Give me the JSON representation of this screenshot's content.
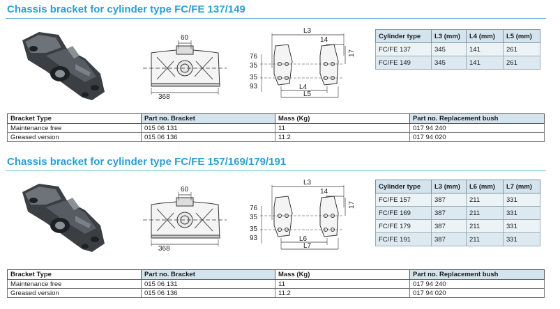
{
  "sections": [
    {
      "title": "Chassis bracket for cylinder type FC/FE 137/149",
      "drawing": {
        "width_dim": "60",
        "length_dim": "368",
        "l3_label": "L3",
        "dim_14": "14",
        "dim_17": "17",
        "dim_76": "76",
        "dim_35a": "35",
        "dim_35b": "35",
        "dim_93": "93",
        "la_label": "L4",
        "lb_label": "L5"
      },
      "cylinder_table": {
        "headers": [
          "Cylinder type",
          "L3 (mm)",
          "L4 (mm)",
          "L5 (mm)"
        ],
        "rows": [
          [
            "FC/FE 137",
            "345",
            "141",
            "261"
          ],
          [
            "FC/FE 149",
            "345",
            "141",
            "261"
          ]
        ]
      },
      "parts_table": {
        "headers": [
          "Bracket Type",
          "Part no. Bracket",
          "Mass (Kg)",
          "Part no. Replacement bush"
        ],
        "rows": [
          [
            "Maintenance free",
            "015 06 131",
            "11",
            "017 94 240"
          ],
          [
            "Greased version",
            "015 06 136",
            "11.2",
            "017 94 020"
          ]
        ]
      }
    },
    {
      "title": "Chassis bracket for cylinder type FC/FE 157/169/179/191",
      "drawing": {
        "width_dim": "60",
        "length_dim": "368",
        "l3_label": "L3",
        "dim_14": "14",
        "dim_17": "17",
        "dim_76": "76",
        "dim_35a": "35",
        "dim_35b": "35",
        "dim_93": "93",
        "la_label": "L6",
        "lb_label": "L7"
      },
      "cylinder_table": {
        "headers": [
          "Cylinder type",
          "L3 (mm)",
          "L6 (mm)",
          "L7 (mm)"
        ],
        "rows": [
          [
            "FC/FE 157",
            "387",
            "211",
            "331"
          ],
          [
            "FC/FE 169",
            "387",
            "211",
            "331"
          ],
          [
            "FC/FE 179",
            "387",
            "211",
            "331"
          ],
          [
            "FC/FE 191",
            "387",
            "211",
            "331"
          ]
        ]
      },
      "parts_table": {
        "headers": [
          "Bracket Type",
          "Part no. Bracket",
          "Mass (Kg)",
          "Part no. Replacement bush"
        ],
        "rows": [
          [
            "Maintenance free",
            "015 06 131",
            "11",
            "017 94 240"
          ],
          [
            "Greased version",
            "015 06 136",
            "11.2",
            "017 94 020"
          ]
        ]
      }
    }
  ]
}
